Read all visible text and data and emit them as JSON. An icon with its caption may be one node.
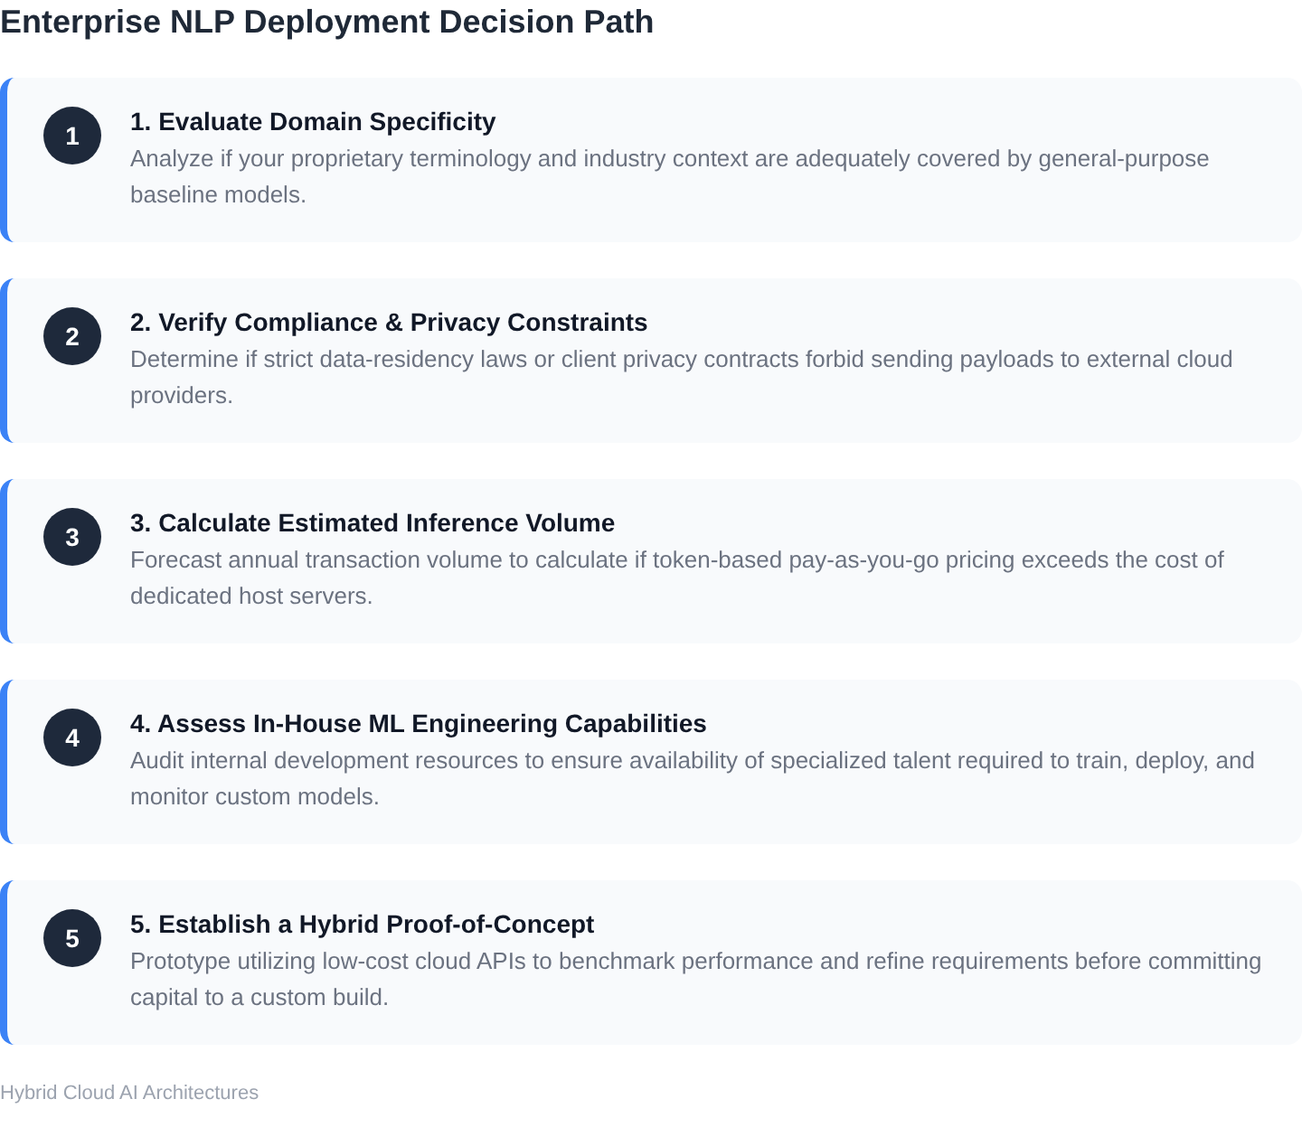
{
  "diagram": {
    "title": "Enterprise NLP Deployment Decision Path",
    "nodes": [
      {
        "text": [
          "1. Evaluate Domain Specificity",
          "Analyze if your proprietary terminology and industry context are adequately covered by general-purpose baseline models."
        ]
      },
      {
        "text": [
          "1"
        ],
        "in": 0
      },
      {
        "text": [
          "2. Verify Compliance & Privacy Constraints",
          "Determine if strict data-residency laws or client privacy contracts forbid sending payloads to external cloud providers."
        ]
      },
      {
        "text": [
          "2"
        ],
        "in": 2
      },
      {
        "text": [
          "3. Calculate Estimated Inference Volume",
          "Forecast annual transaction volume to calculate if token-based pay-as-you-go pricing exceeds the cost of dedicated host servers."
        ]
      },
      {
        "text": [
          "3"
        ],
        "in": 4
      },
      {
        "text": [
          "4. Assess In-House ML Engineering Capabilities",
          "Audit internal development resources to ensure availability of specialized talent required to train, deploy, and monitor custom models."
        ]
      },
      {
        "text": [
          "4"
        ],
        "in": 6
      },
      {
        "text": [
          "5. Establish a Hybrid Proof-of-Concept",
          "Prototype utilizing low-cost cloud APIs to benchmark performance and refine requirements before committing capital to a custom build."
        ]
      },
      {
        "text": [
          "5"
        ],
        "in": 8
      }
    ],
    "caption": "Hybrid Cloud AI Architectures"
  }
}
